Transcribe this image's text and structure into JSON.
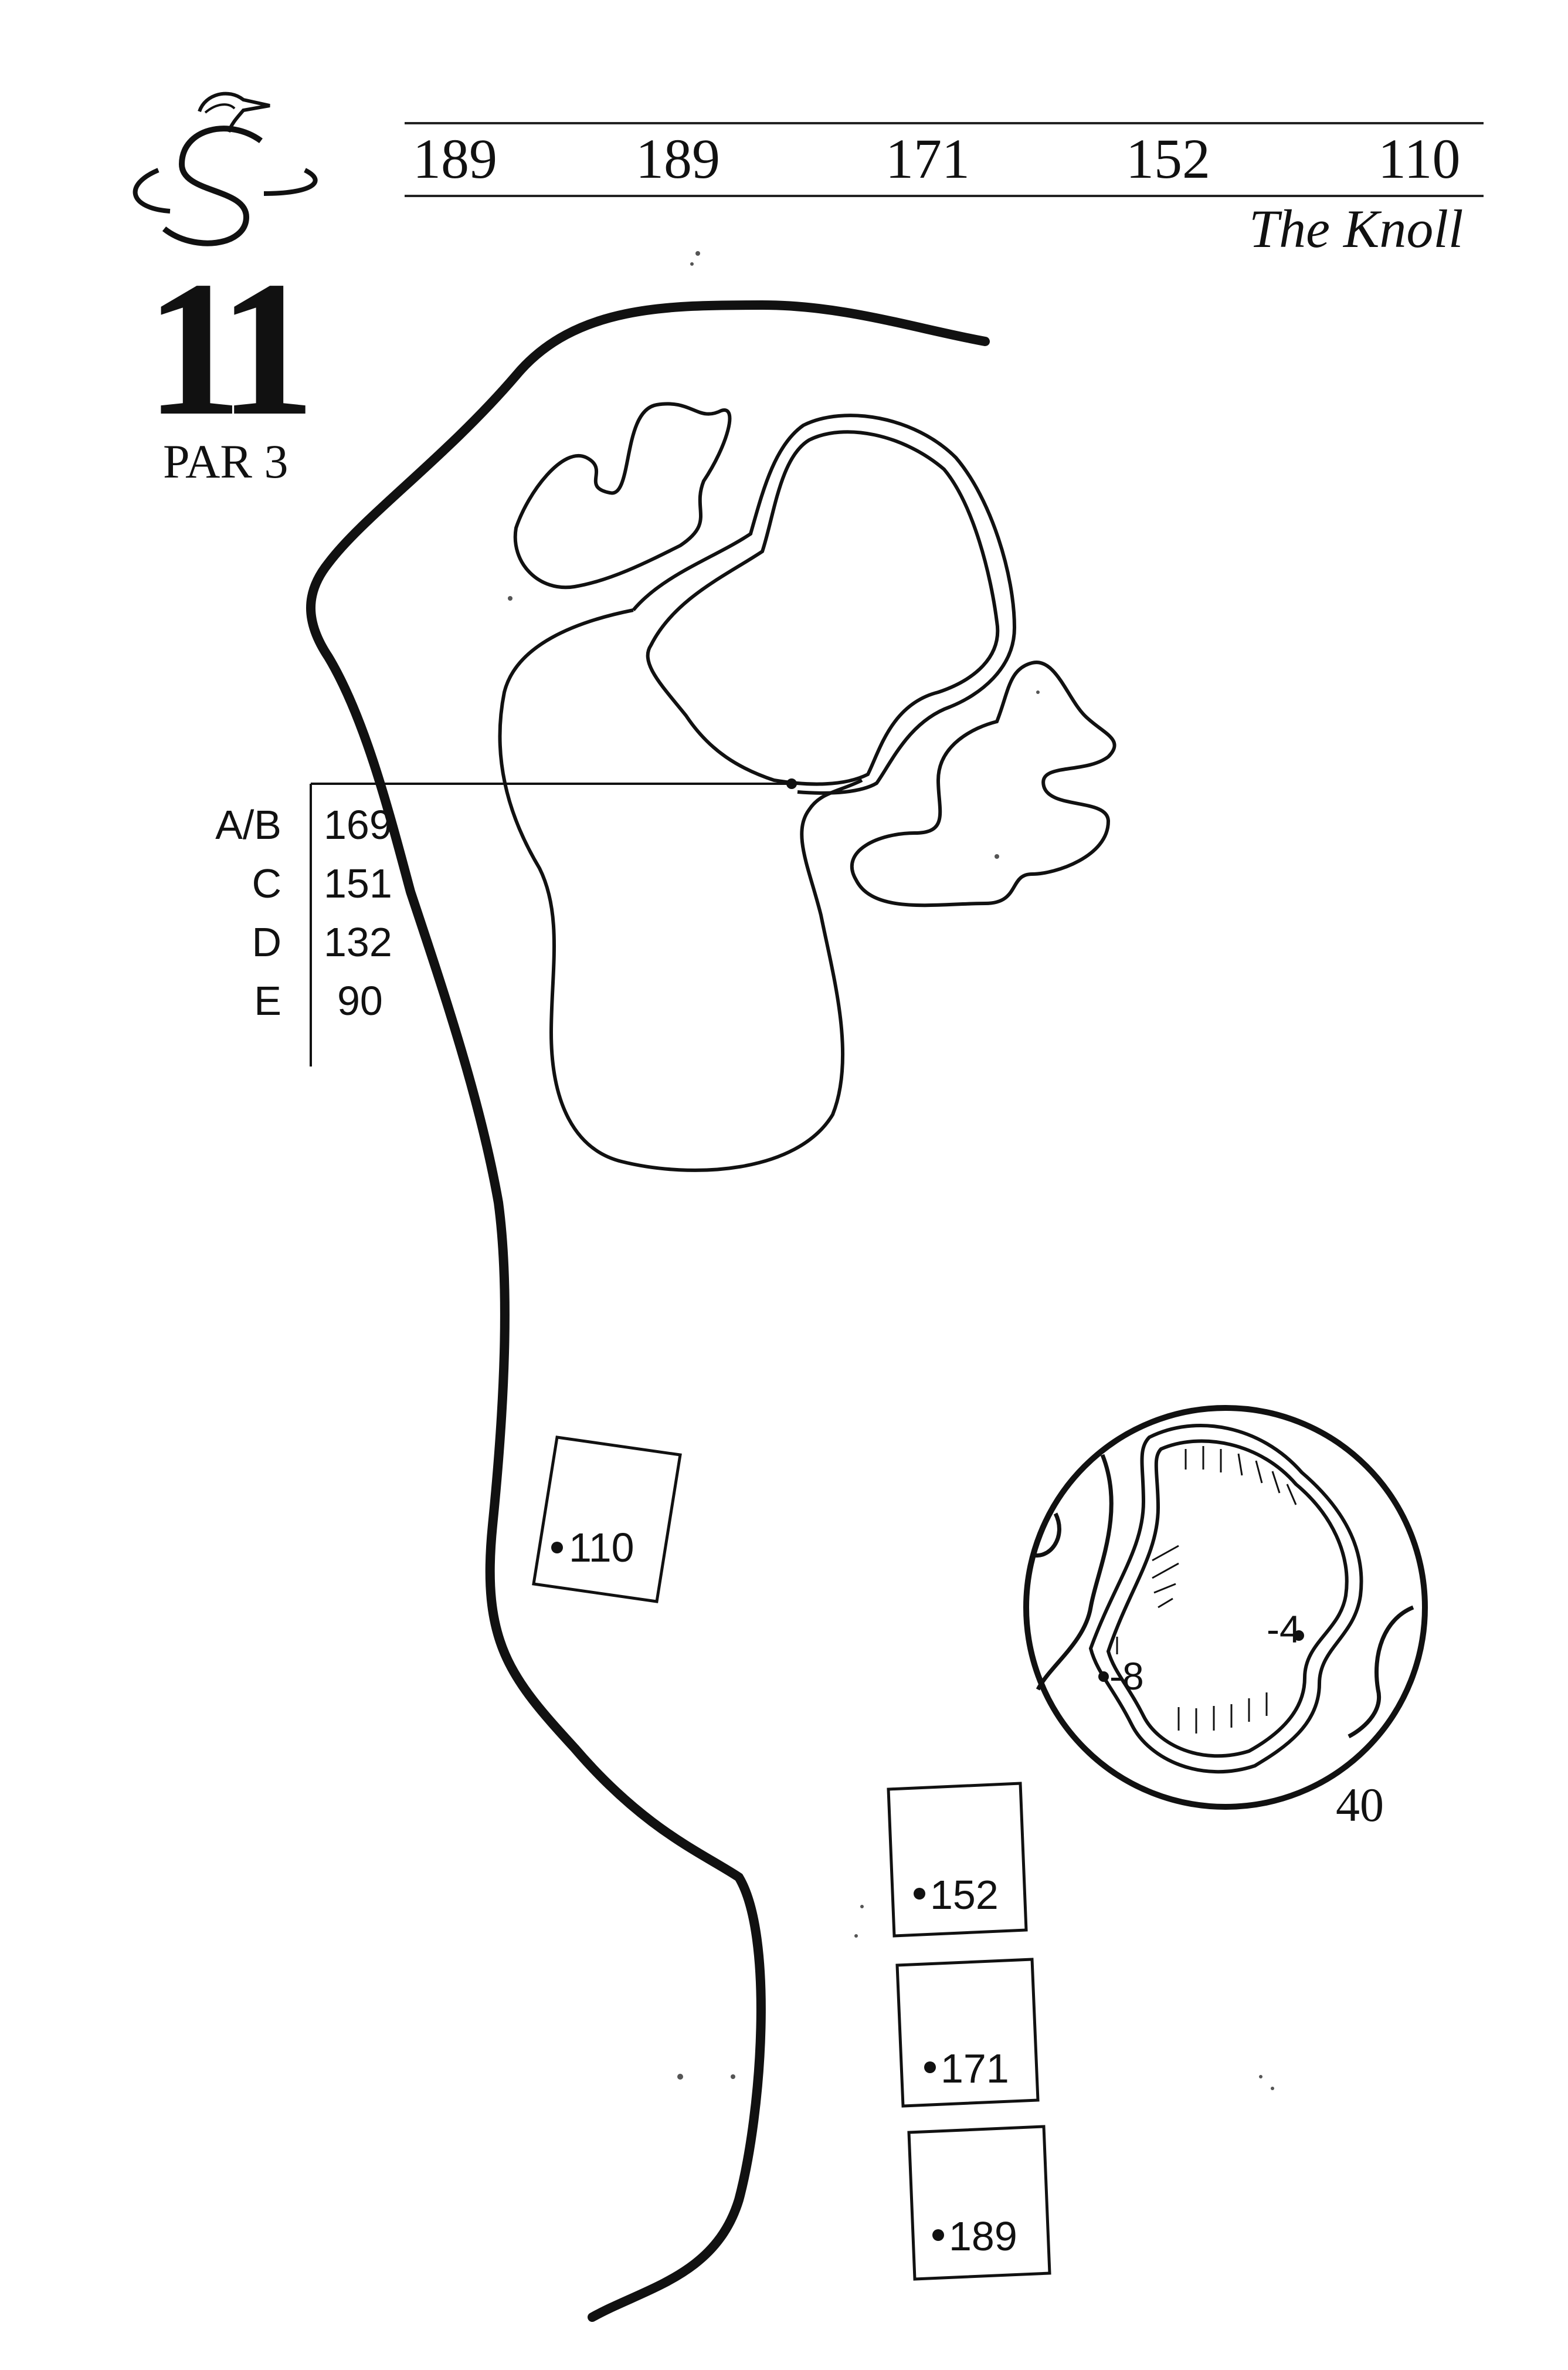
{
  "header": {
    "yardages": [
      "189",
      "189",
      "171",
      "152",
      "110"
    ],
    "hole_name": "The Knoll"
  },
  "hole": {
    "number": "11",
    "par": "PAR 3"
  },
  "distance_table": [
    {
      "tee": "A/B",
      "yards": "169"
    },
    {
      "tee": "C",
      "yards": "151"
    },
    {
      "tee": "D",
      "yards": "132"
    },
    {
      "tee": "E",
      "yards": "90"
    }
  ],
  "tee_boxes": [
    {
      "yards": "110"
    },
    {
      "yards": "152"
    },
    {
      "yards": "171"
    },
    {
      "yards": "189"
    }
  ],
  "green_detail": {
    "depth": "40",
    "slopes": [
      "-4",
      "-8"
    ]
  },
  "colors": {
    "ink": "#111111"
  },
  "icons": {
    "logo": "swan-s-logo-icon"
  }
}
